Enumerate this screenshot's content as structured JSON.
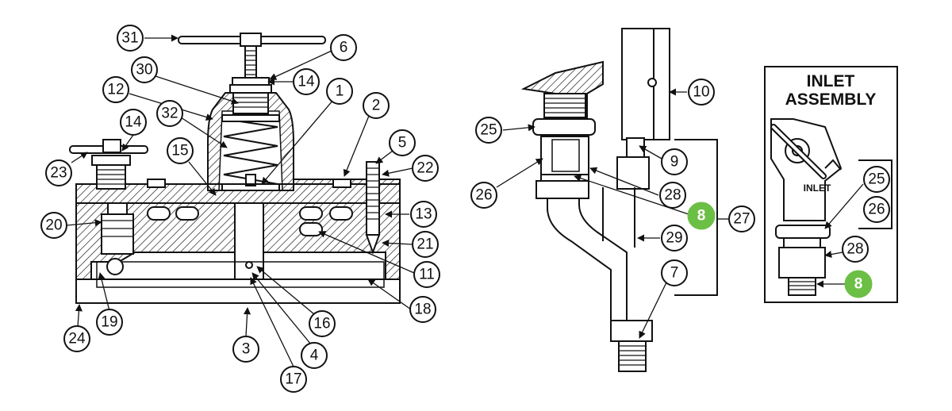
{
  "inset": {
    "title_line1": "INLET",
    "title_line2": "ASSEMBLY",
    "inlet_label": "INLET"
  },
  "callouts": {
    "c1": "1",
    "c2": "2",
    "c3": "3",
    "c4": "4",
    "c5": "5",
    "c6": "6",
    "c7": "7",
    "c8": "8",
    "c9": "9",
    "c10": "10",
    "c11": "11",
    "c12": "12",
    "c13": "13",
    "c14a": "14",
    "c14b": "14",
    "c15": "15",
    "c16": "16",
    "c17": "17",
    "c18": "18",
    "c19": "19",
    "c20": "20",
    "c21": "21",
    "c22": "22",
    "c23": "23",
    "c24": "24",
    "c25a": "25",
    "c26a": "26",
    "c27": "27",
    "c28a": "28",
    "c29": "29",
    "c30": "30",
    "c31": "31",
    "c32": "32",
    "c25b": "25",
    "c26b": "26",
    "c28b": "28",
    "c8b": "8"
  },
  "colors": {
    "highlight": "#6cbf45",
    "line": "#111111"
  }
}
